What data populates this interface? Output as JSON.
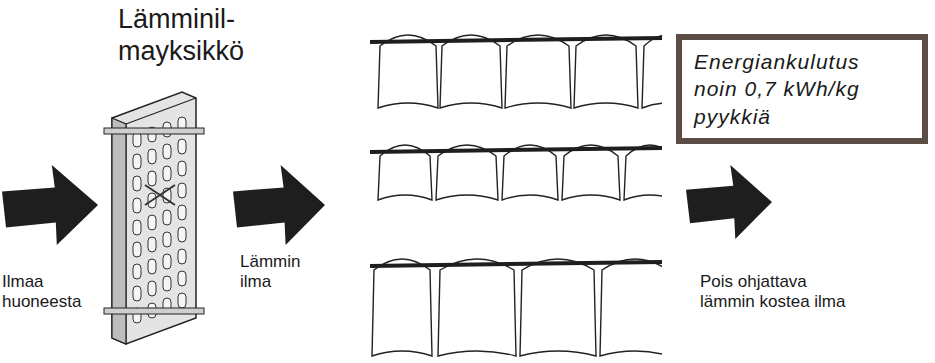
{
  "diagram": {
    "nodes": [
      {
        "text": [
          "Energiankulutus noin 0,7 kWh/kg pyykkiä"
        ]
      }
    ],
    "labels": [
      "Lämminil- mayksikkö",
      "Ilmaa huoneesta",
      "Lämmin ilma",
      "Pois ohjattava lämmin kostea ilma"
    ]
  }
}
